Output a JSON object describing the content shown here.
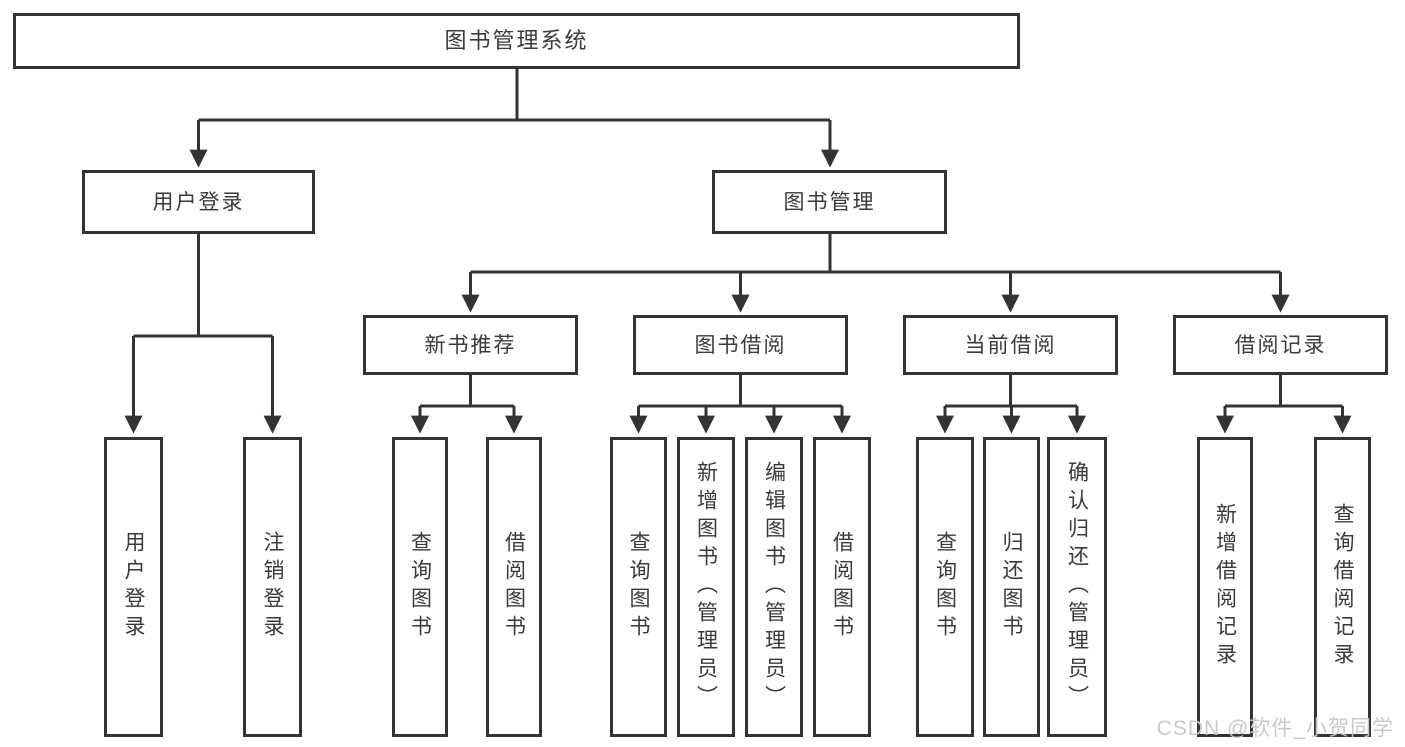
{
  "diagram_title": "图书管理系统",
  "tree": {
    "label": "图书管理系统",
    "children": [
      {
        "label": "用户登录",
        "children": [
          {
            "label": "用户登录"
          },
          {
            "label": "注销登录"
          }
        ]
      },
      {
        "label": "图书管理",
        "children": [
          {
            "label": "新书推荐",
            "children": [
              {
                "label": "查询图书"
              },
              {
                "label": "借阅图书"
              }
            ]
          },
          {
            "label": "图书借阅",
            "children": [
              {
                "label": "查询图书"
              },
              {
                "label": "新增图书（管理员）"
              },
              {
                "label": "编辑图书（管理员）"
              },
              {
                "label": "借阅图书"
              }
            ]
          },
          {
            "label": "当前借阅",
            "children": [
              {
                "label": "查询图书"
              },
              {
                "label": "归还图书"
              },
              {
                "label": "确认归还（管理员）"
              }
            ]
          },
          {
            "label": "借阅记录",
            "children": [
              {
                "label": "新增借阅记录"
              },
              {
                "label": "查询借阅记录"
              }
            ]
          }
        ]
      }
    ]
  },
  "watermark": {
    "text": "CSDN @软件_小贺同学"
  },
  "colors": {
    "line": "#333333",
    "box_border": "#333333",
    "box_fill": "#ffffff",
    "text": "#3a3a3a",
    "watermark": "#c7c7c7",
    "background": "#ffffff"
  }
}
